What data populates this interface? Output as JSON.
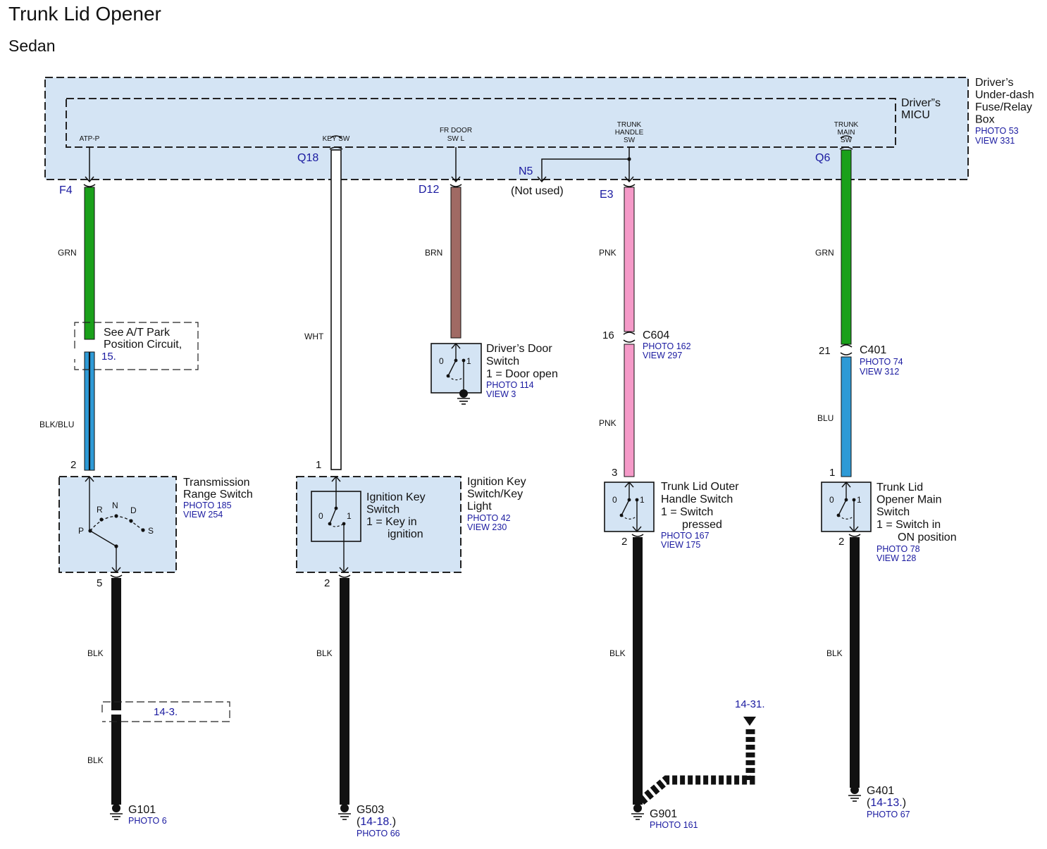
{
  "title": "Trunk Lid Opener",
  "subtitle": "Sedan",
  "micu": {
    "outer_label": [
      "Driver’s",
      "Under-dash",
      "Fuse/Relay",
      "Box"
    ],
    "outer_photo": "PHOTO 53",
    "outer_view": "VIEW 331",
    "inner_label": [
      "Driver”s",
      "MICU"
    ],
    "pins": {
      "atp": [
        "ATP-P"
      ],
      "key": [
        "KEY SW"
      ],
      "door": [
        "FR DOOR",
        "SW L"
      ],
      "handle": [
        "TRUNK",
        "HANDLE",
        "SW"
      ],
      "main": [
        "TRUNK",
        "MAIN",
        "SW"
      ]
    },
    "terminals": {
      "f4": "F4",
      "q18": "Q18",
      "d12": "D12",
      "n5": "N5",
      "e3": "E3",
      "q6": "Q6"
    },
    "not_used": "(Not used)"
  },
  "wires": {
    "grn_1": "GRN",
    "blkblu": "BLK/BLU",
    "blk_1a": "BLK",
    "blk_1b": "BLK",
    "wht": "WHT",
    "blk_2": "BLK",
    "brn": "BRN",
    "pnk_a": "PNK",
    "pnk_b": "PNK",
    "blk_4": "BLK",
    "grn_5": "GRN",
    "blu": "BLU",
    "blk_5": "BLK"
  },
  "colors": {
    "box_fill": "#d4e4f4",
    "grn": "#1aa01a",
    "blu": "#2e9ad6",
    "pnk": "#f59ac8",
    "brn": "#a06a64",
    "blk": "#111111",
    "ref": "#1a1aa0",
    "wht": "#ffffff"
  },
  "park_ref": {
    "lines": [
      "See A/T Park",
      "Position Circuit,"
    ],
    "page": "15."
  },
  "ref_14_3": "14-3.",
  "transmission": {
    "label": [
      "Transmission",
      "Range Switch"
    ],
    "photo": "PHOTO 185",
    "view": "VIEW 254",
    "pin_top": "2",
    "pin_bottom": "5",
    "positions": {
      "p": "P",
      "r": "R",
      "n": "N",
      "d": "D",
      "s": "S"
    }
  },
  "ignition": {
    "label": [
      "Ignition Key",
      "Switch/Key",
      "Light"
    ],
    "photo": "PHOTO 42",
    "view": "VIEW 230",
    "inner": [
      "Ignition Key",
      "Switch",
      "1 = Key in",
      "ignition"
    ],
    "pin_top": "1",
    "pin_bottom": "2",
    "pos0": "0",
    "pos1": "1"
  },
  "door_switch": {
    "label": [
      "Driver’s Door",
      "Switch",
      "1 = Door open"
    ],
    "photo": "PHOTO 114",
    "view": "VIEW 3",
    "pos0": "0",
    "pos1": "1"
  },
  "c604": {
    "name": "C604",
    "pin": "16",
    "photo": "PHOTO 162",
    "view": "VIEW 297"
  },
  "c401": {
    "name": "C401",
    "pin": "21",
    "photo": "PHOTO 74",
    "view": "VIEW 312"
  },
  "outer_handle": {
    "label": [
      "Trunk Lid Outer",
      "Handle Switch",
      "1 = Switch",
      "pressed"
    ],
    "photo": "PHOTO 167",
    "view": "VIEW 175",
    "pin_top": "3",
    "pin_bottom": "2",
    "pos0": "0",
    "pos1": "1"
  },
  "main_switch": {
    "label": [
      "Trunk Lid",
      "Opener Main",
      "Switch",
      "1 = Switch in",
      "ON position"
    ],
    "photo": "PHOTO 78",
    "view": "VIEW 128",
    "pin_top": "1",
    "pin_bottom": "2",
    "pos0": "0",
    "pos1": "1"
  },
  "ref_14_31": "14-31.",
  "grounds": {
    "g101": {
      "name": "G101",
      "photo": "PHOTO 6"
    },
    "g503": {
      "name": "G503",
      "ref": "14-18.",
      "photo": "PHOTO 66"
    },
    "g901": {
      "name": "G901",
      "photo": "PHOTO 161"
    },
    "g401": {
      "name": "G401",
      "ref": "14-13.",
      "photo": "PHOTO 67"
    }
  }
}
